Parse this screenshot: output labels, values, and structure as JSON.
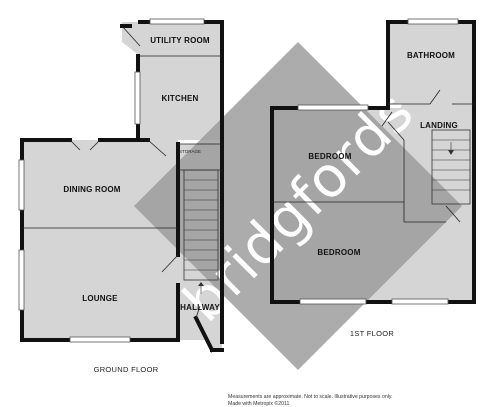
{
  "ground_floor": {
    "label": "GROUND FLOOR",
    "rooms": {
      "utility": "UTILITY ROOM",
      "kitchen": "KITCHEN",
      "storage": "STORAGE",
      "dining": "DINING ROOM",
      "lounge": "LOUNGE",
      "hallway": "HALLWAY"
    }
  },
  "first_floor": {
    "label": "1ST FLOOR",
    "rooms": {
      "bathroom": "BATHROOM",
      "landing": "LANDING",
      "bedroom1": "BEDROOM",
      "bedroom2": "BEDROOM"
    }
  },
  "watermark": "bridgfords",
  "footer": {
    "line1": "Measurements are approximate.  Not to scale.  Illustrative purposes only.",
    "line2": "Made with Metropix ©2011"
  },
  "colors": {
    "room_fill": "#d5d5d5",
    "wall": "#111111",
    "watermark_fill": "#9a9a9a"
  }
}
